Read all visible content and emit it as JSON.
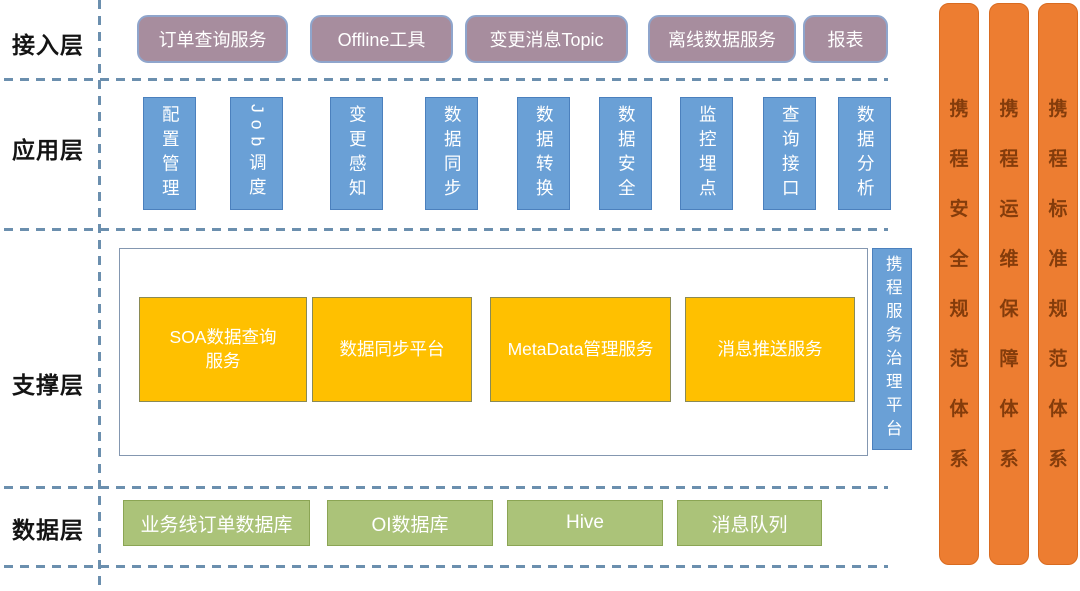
{
  "layer_labels": {
    "access": "接入层",
    "application": "应用层",
    "support": "支撑层",
    "data": "数据层"
  },
  "access_layer": {
    "boxes": [
      {
        "label": "订单查询服务"
      },
      {
        "label": "Offline工具"
      },
      {
        "label": "变更消息Topic"
      },
      {
        "label": "离线数据服务"
      },
      {
        "label": "报表"
      }
    ]
  },
  "application_layer": {
    "boxes": [
      {
        "label": "配置管理"
      },
      {
        "label": "Job调度"
      },
      {
        "label": "变更感知"
      },
      {
        "label": "数据同步"
      },
      {
        "label": "数据转换"
      },
      {
        "label": "数据安全"
      },
      {
        "label": "监控埋点"
      },
      {
        "label": "查询接口"
      },
      {
        "label": "数据分析"
      }
    ]
  },
  "support_layer": {
    "boxes": [
      {
        "label": "SOA数据查询服务"
      },
      {
        "label": "数据同步平台"
      },
      {
        "label": "MetaData管理服务"
      },
      {
        "label": "消息推送服务"
      }
    ],
    "governance_bar": {
      "label": "携程服务治理平台"
    }
  },
  "data_layer": {
    "boxes": [
      {
        "label": "业务线订单数据库"
      },
      {
        "label": "OI数据库"
      },
      {
        "label": "Hive"
      },
      {
        "label": "消息队列"
      }
    ]
  },
  "side_bars": [
    {
      "label": "携程安全规范体系"
    },
    {
      "label": "携程运维保障体系"
    },
    {
      "label": "携程标准规范体系"
    }
  ],
  "colors": {
    "access_box_fill": "#a78d9e",
    "access_box_border": "#8fa5cc",
    "application_box_fill": "#6aa0d6",
    "application_box_border": "#4b80bd",
    "support_box_fill": "#ffc000",
    "support_container_border": "#8497b0",
    "data_box_fill": "#abc379",
    "data_box_border": "#8ba554",
    "side_bar_fill": "#ed7d31",
    "side_bar_text": "#843c0b",
    "separator_dash": "#6b8fae",
    "box_text": "#ffffff",
    "label_text": "#141414"
  }
}
